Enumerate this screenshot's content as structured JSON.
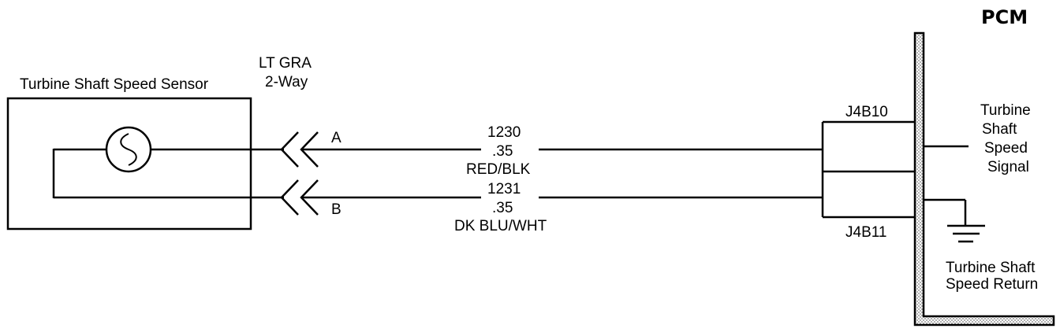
{
  "pcm": {
    "title": "PCM"
  },
  "sensor": {
    "title": "Turbine Shaft Speed Sensor"
  },
  "connector": {
    "line1": "LT GRA",
    "line2": "2-Way"
  },
  "pins": {
    "a": "A",
    "b": "B"
  },
  "wire_a": {
    "circuit": "1230",
    "gauge": ".35",
    "color": "RED/BLK"
  },
  "wire_b": {
    "circuit": "1231",
    "gauge": ".35",
    "color": "DK BLU/WHT"
  },
  "terminals": {
    "top": "J4B10",
    "bottom": "J4B11"
  },
  "signal": {
    "line1": "Turbine",
    "line2": "Shaft",
    "line3": "Speed",
    "line4": "Signal"
  },
  "ret": {
    "line1": "Turbine Shaft",
    "line2": "Speed Return"
  }
}
